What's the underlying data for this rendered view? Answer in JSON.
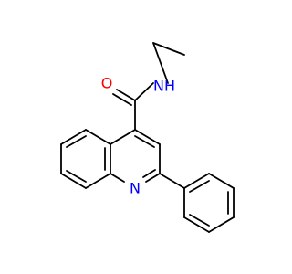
{
  "molecule": {
    "atoms": {
      "oxygen": "O",
      "amide_nitrogen": "NH",
      "ring_nitrogen": "N"
    },
    "colors": {
      "bond": "#000000",
      "oxygen": "#ff0000",
      "nitrogen": "#0000ff",
      "background": "#ffffff"
    }
  }
}
